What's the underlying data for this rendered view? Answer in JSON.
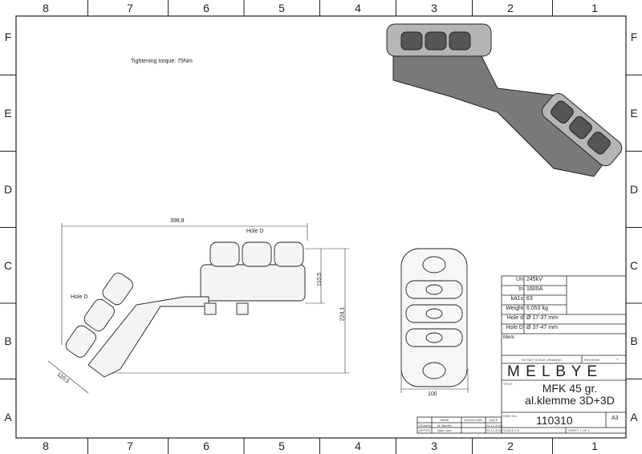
{
  "zones": {
    "columns": [
      "8",
      "7",
      "6",
      "5",
      "4",
      "3",
      "2",
      "1"
    ],
    "rows": [
      "F",
      "E",
      "D",
      "C",
      "B",
      "A"
    ]
  },
  "notes": {
    "torque": "Tightening torque: 75Nm",
    "hole_d_upper": "Hole D",
    "hole_d_left": "Hole D"
  },
  "dimensions": {
    "width": "398,8",
    "height_upper": "110,5",
    "height_total": "224,1",
    "diag": "110,5",
    "front_width": "100"
  },
  "specs": [
    {
      "label": "Un",
      "value": "245kV"
    },
    {
      "label": "In",
      "value": "1600A"
    },
    {
      "label": "kA1s",
      "value": "63"
    },
    {
      "label": "Weight",
      "value": "6.053 kg"
    },
    {
      "label": "Hole d",
      "value": "Ø 17-37 mm"
    },
    {
      "label": "Hole D",
      "value": "Ø 37-47 mm"
    }
  ],
  "title_block": {
    "merk": "Merk:",
    "do_not_scale": "DO NOT SCALE DRAWING",
    "revision_label": "REVISION",
    "revision": "1",
    "company": "M E L B Y E",
    "title_label": "TITLE:",
    "title_line1": "MFK 45 gr.",
    "title_line2": "al.klemme 3D+3D",
    "dwg_label": "DWG NO.",
    "dwg_no": "110310",
    "size": "A3",
    "scale": "SCALE:1:5",
    "sheet": "SHEET 1 OF 1",
    "headers": [
      "NAME",
      "SIGNATURE",
      "DATE"
    ],
    "rows": [
      {
        "role": "DRAWN",
        "name": "M.Sandler",
        "date": "04.12.2020"
      },
      {
        "role": "APPV'D",
        "name": "Bjørn Aas",
        "date": "04.12.2020"
      }
    ]
  }
}
